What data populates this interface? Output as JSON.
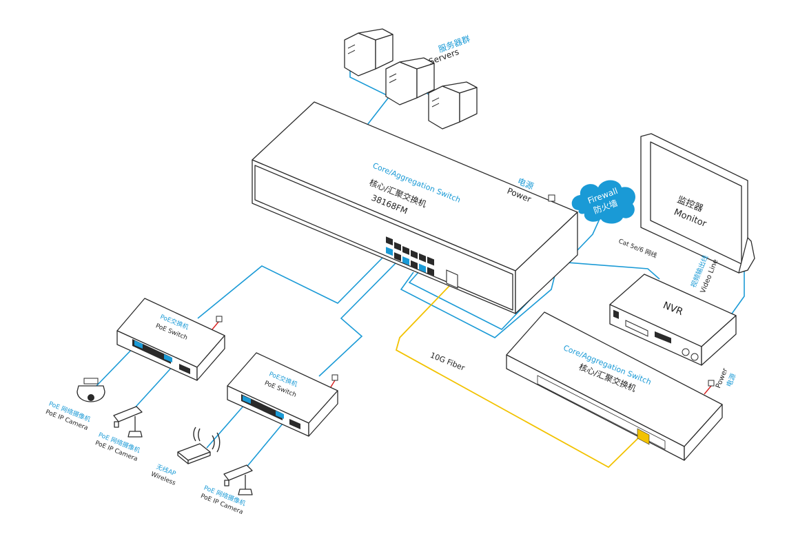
{
  "servers": {
    "label_cn": "服务器群",
    "label_en": "Servers"
  },
  "core_switch_main": {
    "label_en": "Core/Aggregation Switch",
    "label_cn": "核心/汇聚交换机",
    "model": "38168FM",
    "power_cn": "电源",
    "power_en": "Power"
  },
  "firewall": {
    "label_en": "Firewall",
    "label_cn": "防火墙"
  },
  "monitor": {
    "label_cn": "监控器",
    "label_en": "Monitor"
  },
  "nvr": {
    "label": "NVR",
    "cable_label": "Cat 5e/6 网线",
    "video_cn": "视频输出线",
    "video_en": "Video Line"
  },
  "core_switch_second": {
    "label_en": "Core/Aggregation Switch",
    "label_cn": "核心/汇聚交换机",
    "power_en": "Power",
    "power_cn": "电源"
  },
  "fiber": {
    "label": "10G Fiber"
  },
  "poe_switch_left": {
    "label_cn": "PoE交换机",
    "label_en": "PoE Switch"
  },
  "poe_switch_right": {
    "label_cn": "PoE交换机",
    "label_en": "PoE Switch"
  },
  "camera_dome": {
    "label_cn": "PoE 网络摄像机",
    "label_en": "PoE IP Camera"
  },
  "camera_bullet_left": {
    "label_cn": "PoE 网络摄像机",
    "label_en": "PoE IP Camera"
  },
  "wireless_ap": {
    "label_cn": "无线AP",
    "label_en": "Wireless"
  },
  "camera_bullet_right": {
    "label_cn": "PoE 网络摄像机",
    "label_en": "PoE IP Camera"
  },
  "colors": {
    "cable": "#1a9ad6",
    "fiber": "#f2c200",
    "power": "#d81e1e"
  }
}
